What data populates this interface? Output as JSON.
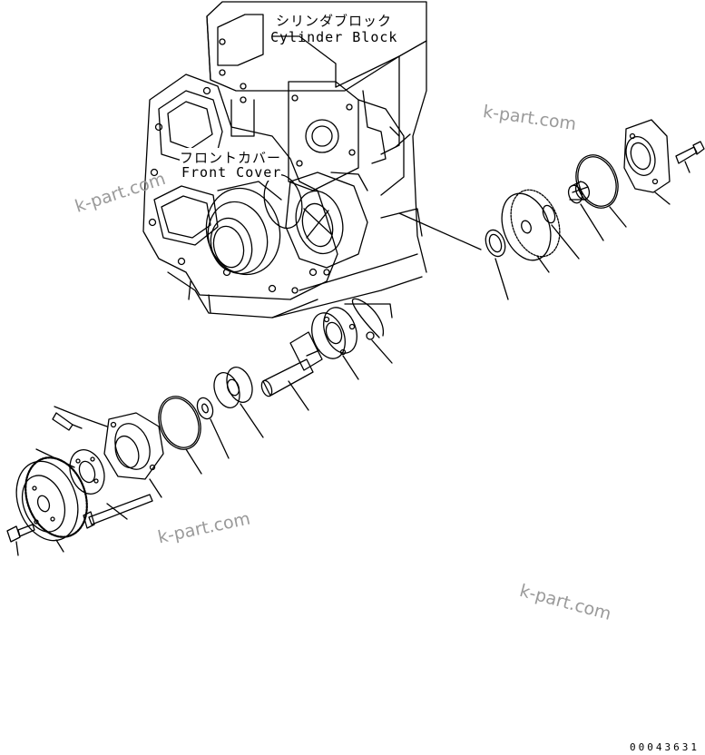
{
  "labels": {
    "cylinder_block_ja": "シリンダブロック",
    "cylinder_block_en": "Cylinder Block",
    "front_cover_ja": "フロントカバー",
    "front_cover_en": "Front Cover"
  },
  "watermarks": [
    "k-part.com",
    "k-part.com",
    "k-part.com",
    "k-part.com"
  ],
  "drawing_code": "00043631",
  "colors": {
    "line": "#000000",
    "watermark": "#9a9a9a",
    "background": "#ffffff"
  }
}
